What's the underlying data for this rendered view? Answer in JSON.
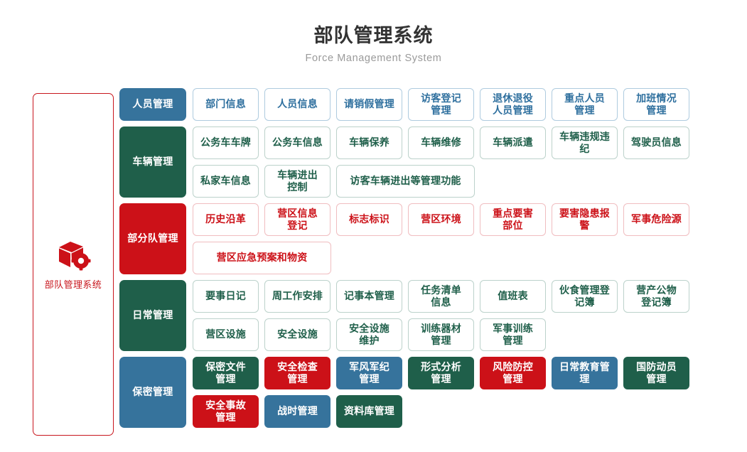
{
  "header": {
    "title": "部队管理系统",
    "subtitle": "Force Management System"
  },
  "sidebar": {
    "icon": "cube-gear-icon",
    "label": "部队管理系统",
    "border_color": "#c8161d",
    "text_color": "#c8161d"
  },
  "palette": {
    "blue": "#36739c",
    "green": "#1f5f4a",
    "red": "#cc1118",
    "blue_border": "#aecbdf",
    "green_border": "#bcd2cb",
    "red_border": "#f0bdc0",
    "title_color": "#333333",
    "subtitle_color": "#9a9a9a"
  },
  "groups": [
    {
      "label": "人员管理",
      "color": "blue",
      "items": [
        {
          "label": "部门信息",
          "style": "outline",
          "color": "blue",
          "width": 1
        },
        {
          "label": "人员信息",
          "style": "outline",
          "color": "blue",
          "width": 1
        },
        {
          "label": "请销假管理",
          "style": "outline",
          "color": "blue",
          "width": 1
        },
        {
          "label": "访客登记\n管理",
          "style": "outline",
          "color": "blue",
          "width": 1
        },
        {
          "label": "退休退役\n人员管理",
          "style": "outline",
          "color": "blue",
          "width": 1
        },
        {
          "label": "重点人员\n管理",
          "style": "outline",
          "color": "blue",
          "width": 1
        },
        {
          "label": "加班情况\n管理",
          "style": "outline",
          "color": "blue",
          "width": 1
        }
      ]
    },
    {
      "label": "车辆管理",
      "color": "green",
      "items": [
        {
          "label": "公务车车牌",
          "style": "outline",
          "color": "green",
          "width": 1
        },
        {
          "label": "公务车信息",
          "style": "outline",
          "color": "green",
          "width": 1
        },
        {
          "label": "车辆保养",
          "style": "outline",
          "color": "green",
          "width": 1
        },
        {
          "label": "车辆维修",
          "style": "outline",
          "color": "green",
          "width": 1
        },
        {
          "label": "车辆派遣",
          "style": "outline",
          "color": "green",
          "width": 1
        },
        {
          "label": "车辆违规违纪",
          "style": "outline",
          "color": "green",
          "width": 1
        },
        {
          "label": "驾驶员信息",
          "style": "outline",
          "color": "green",
          "width": 1
        },
        {
          "label": "私家车信息",
          "style": "outline",
          "color": "green",
          "width": 1
        },
        {
          "label": "车辆进出\n控制",
          "style": "outline",
          "color": "green",
          "width": 1
        },
        {
          "label": "访客车辆进出等管理功能",
          "style": "outline",
          "color": "green",
          "width": 2
        }
      ]
    },
    {
      "label": "部分队管理",
      "color": "red",
      "items": [
        {
          "label": "历史沿革",
          "style": "outline",
          "color": "red",
          "width": 1
        },
        {
          "label": "营区信息\n登记",
          "style": "outline",
          "color": "red",
          "width": 1
        },
        {
          "label": "标志标识",
          "style": "outline",
          "color": "red",
          "width": 1
        },
        {
          "label": "营区环境",
          "style": "outline",
          "color": "red",
          "width": 1
        },
        {
          "label": "重点要害\n部位",
          "style": "outline",
          "color": "red",
          "width": 1
        },
        {
          "label": "要害隐患报警",
          "style": "outline",
          "color": "red",
          "width": 1
        },
        {
          "label": "军事危险源",
          "style": "outline",
          "color": "red",
          "width": 1
        },
        {
          "label": "营区应急预案和物资",
          "style": "outline",
          "color": "red",
          "width": 2
        }
      ]
    },
    {
      "label": "日常管理",
      "color": "green",
      "items": [
        {
          "label": "要事日记",
          "style": "outline",
          "color": "green",
          "width": 1
        },
        {
          "label": "周工作安排",
          "style": "outline",
          "color": "green",
          "width": 1
        },
        {
          "label": "记事本管理",
          "style": "outline",
          "color": "green",
          "width": 1
        },
        {
          "label": "任务清单\n信息",
          "style": "outline",
          "color": "green",
          "width": 1
        },
        {
          "label": "值班表",
          "style": "outline",
          "color": "green",
          "width": 1
        },
        {
          "label": "伙食管理登记簿",
          "style": "outline",
          "color": "green",
          "width": 1
        },
        {
          "label": "营产公物\n登记簿",
          "style": "outline",
          "color": "green",
          "width": 1
        },
        {
          "label": "营区设施",
          "style": "outline",
          "color": "green",
          "width": 1
        },
        {
          "label": "安全设施",
          "style": "outline",
          "color": "green",
          "width": 1
        },
        {
          "label": "安全设施\n维护",
          "style": "outline",
          "color": "green",
          "width": 1
        },
        {
          "label": "训练器材\n管理",
          "style": "outline",
          "color": "green",
          "width": 1
        },
        {
          "label": "军事训练\n管理",
          "style": "outline",
          "color": "green",
          "width": 1
        }
      ]
    },
    {
      "label": "保密管理",
      "color": "blue",
      "items": [
        {
          "label": "保密文件\n管理",
          "style": "fill",
          "color": "green",
          "width": 1
        },
        {
          "label": "安全检查\n管理",
          "style": "fill",
          "color": "red",
          "width": 1
        },
        {
          "label": "军风军纪\n管理",
          "style": "fill",
          "color": "blue",
          "width": 1
        },
        {
          "label": "形式分析\n管理",
          "style": "fill",
          "color": "green",
          "width": 1
        },
        {
          "label": "风险防控\n管理",
          "style": "fill",
          "color": "red",
          "width": 1
        },
        {
          "label": "日常教育管理",
          "style": "fill",
          "color": "blue",
          "width": 1
        },
        {
          "label": "国防动员\n管理",
          "style": "fill",
          "color": "green",
          "width": 1
        },
        {
          "label": "安全事故\n管理",
          "style": "fill",
          "color": "red",
          "width": 1
        },
        {
          "label": "战时管理",
          "style": "fill",
          "color": "blue",
          "width": 1
        },
        {
          "label": "资料库管理",
          "style": "fill",
          "color": "green",
          "width": 1
        }
      ]
    }
  ]
}
